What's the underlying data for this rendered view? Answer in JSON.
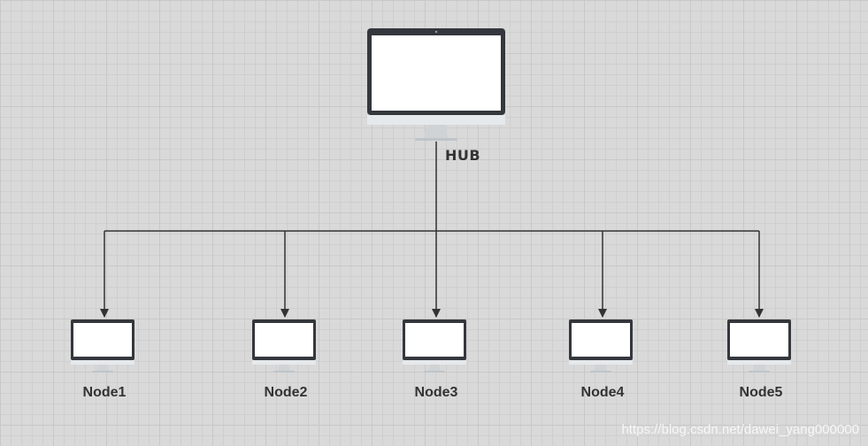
{
  "hub": {
    "label": "HUB",
    "icon": "monitor-icon"
  },
  "nodes": [
    {
      "label": "Node1",
      "icon": "monitor-icon"
    },
    {
      "label": "Node2",
      "icon": "monitor-icon"
    },
    {
      "label": "Node3",
      "icon": "monitor-icon"
    },
    {
      "label": "Node4",
      "icon": "monitor-icon"
    },
    {
      "label": "Node5",
      "icon": "monitor-icon"
    }
  ],
  "watermark": "https://blog.csdn.net/dawei_yang000000",
  "colors": {
    "background": "#d9d9d9",
    "grid": "#c8c8c8",
    "connector": "#333333",
    "monitor_bezel": "#34373c",
    "monitor_screen": "#ffffff",
    "monitor_stand": "#cfd3d6"
  }
}
